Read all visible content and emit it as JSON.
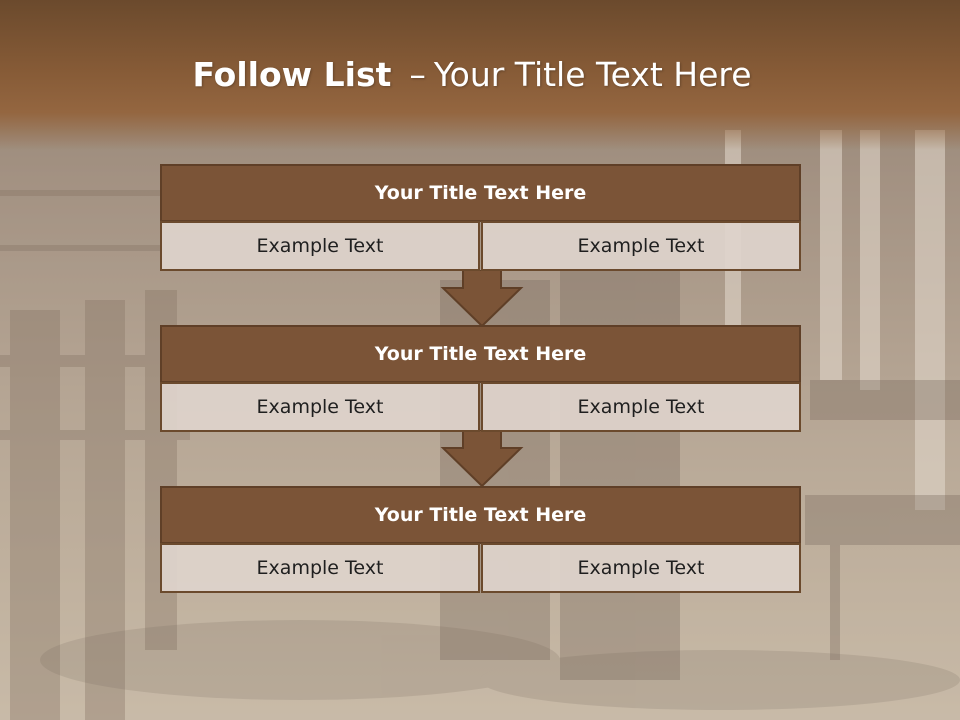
{
  "slide": {
    "title_bold": "Follow List",
    "title_dash": "–",
    "title_rest": "Your Title Text Here"
  },
  "steps": [
    {
      "heading": "Your Title Text Here",
      "left": "Example Text",
      "right": "Example Text"
    },
    {
      "heading": "Your Title Text Here",
      "left": "Example Text",
      "right": "Example Text"
    },
    {
      "heading": "Your Title Text Here",
      "left": "Example Text",
      "right": "Example Text"
    }
  ],
  "colors": {
    "header_brown": "#855a36",
    "box_brown": "#7b5437",
    "cell_fill": "#ded4cc",
    "arrow_brown": "#7b5437"
  }
}
